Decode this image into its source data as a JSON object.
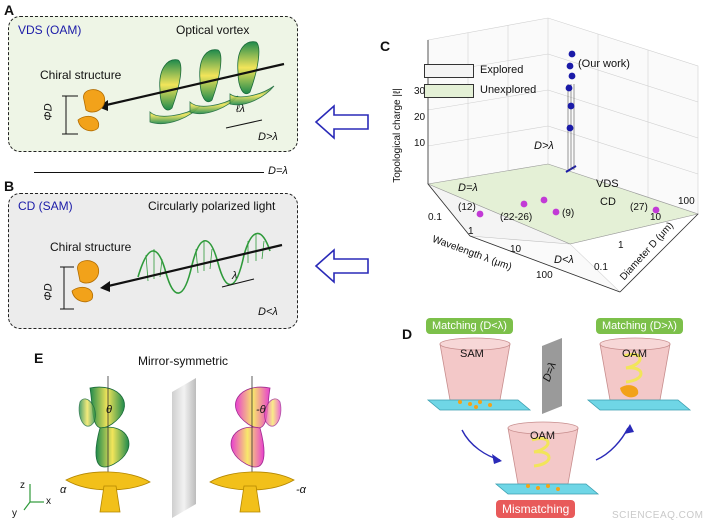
{
  "panel_a": {
    "letter": "A",
    "title": "VDS (OAM)",
    "beam_label": "Optical vortex",
    "structure_label": "Chiral structure",
    "diameter_label": "ΦD",
    "pitch_label": "ℓλ",
    "condition": "D>λ"
  },
  "divider_label": "D=λ",
  "panel_b": {
    "letter": "B",
    "title": "CD (SAM)",
    "beam_label": "Circularly polarized light",
    "structure_label": "Chiral structure",
    "diameter_label": "ΦD",
    "pitch_label": "λ",
    "condition": "D<λ"
  },
  "panel_c": {
    "letter": "C",
    "legend_explored": "Explored",
    "legend_unexplored": "Unexplored",
    "our_work": "(Our work)",
    "y_axis_label": "Topological charge |ℓ|",
    "y_ticks": [
      "10",
      "20",
      "30"
    ],
    "wavelength_label": "Wavelength λ (μm)",
    "wavelength_ticks": [
      "0.1",
      "1",
      "10",
      "100"
    ],
    "diameter_label": "Diameter D (μm)",
    "diameter_ticks": [
      "0.1",
      "1",
      "10",
      "100"
    ],
    "regions": {
      "d_gt": "D>λ",
      "d_eq": "D=λ",
      "d_lt": "D<λ",
      "vds": "VDS",
      "cd": "CD"
    },
    "refs": [
      "(12)",
      "(22-26)",
      "(9)",
      "(27)"
    ]
  },
  "panel_d": {
    "letter": "D",
    "matching_left": "Matching (D<λ)",
    "matching_right": "Matching (D>λ)",
    "sam": "SAM",
    "oam_right": "OAM",
    "oam_center": "OAM",
    "separator": "D=λ",
    "mismatching": "Mismatching"
  },
  "panel_e": {
    "letter": "E",
    "title": "Mirror-symmetric",
    "theta_left": "θ",
    "theta_right": "-θ",
    "alpha_left": "α",
    "alpha_right": "-α",
    "axes": {
      "z": "z",
      "y": "y",
      "x": "x"
    }
  },
  "watermark": "SCIENCEAQ.COM",
  "colors": {
    "panel_a_bg": "#eef5e6",
    "panel_b_bg": "#ececec",
    "accent_blue": "#1a1aa8",
    "helix_green": "#1f8a4c",
    "helix_yellow": "#f2e55a",
    "chiral_orange": "#f2a21a",
    "magenta": "#e83fd0",
    "match_green": "#7cc04a",
    "mismatch_red": "#e85a5a",
    "substrate_cyan": "#6fd6e6",
    "cone_pink": "#f3c8c8"
  }
}
